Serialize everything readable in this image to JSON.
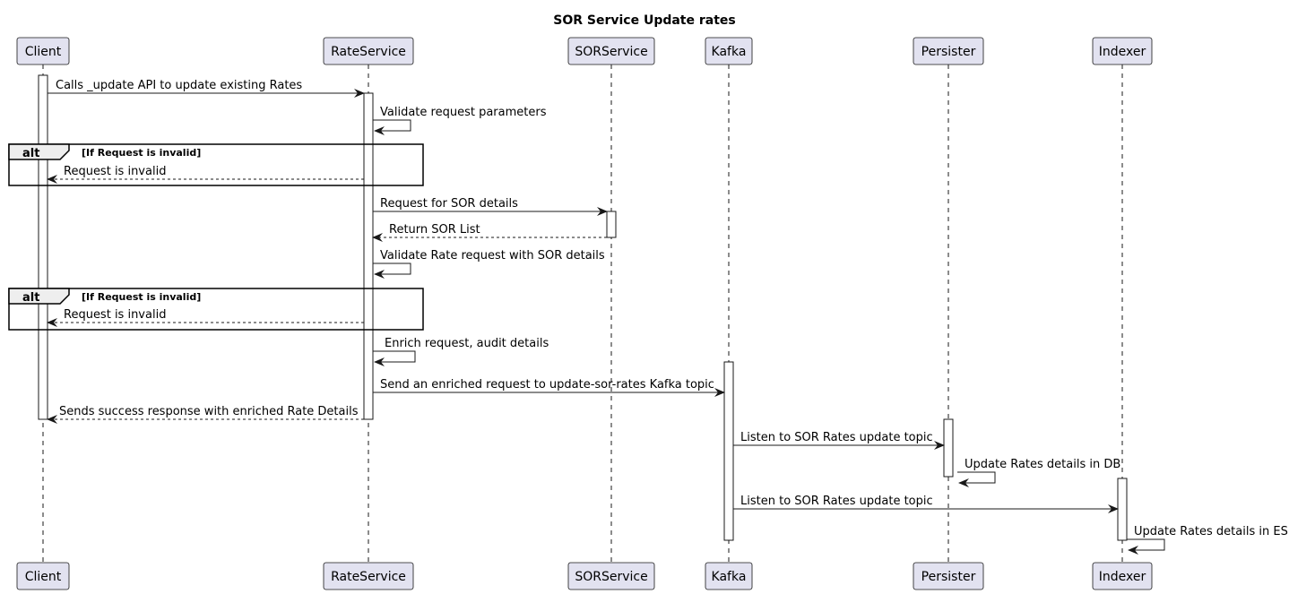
{
  "title": "SOR Service Update rates",
  "participants": [
    {
      "id": "client",
      "label": "Client"
    },
    {
      "id": "rateservice",
      "label": "RateService"
    },
    {
      "id": "sorservice",
      "label": "SORService"
    },
    {
      "id": "kafka",
      "label": "Kafka"
    },
    {
      "id": "persister",
      "label": "Persister"
    },
    {
      "id": "indexer",
      "label": "Indexer"
    }
  ],
  "messages": [
    {
      "from": "client",
      "to": "rateservice",
      "text": "Calls _update API to update existing Rates",
      "style": "solid"
    },
    {
      "from": "rateservice",
      "to": "rateservice",
      "text": "Validate request parameters",
      "style": "solid"
    },
    {
      "from": "rateservice",
      "to": "client",
      "text": "Request is invalid",
      "style": "dashed"
    },
    {
      "from": "rateservice",
      "to": "sorservice",
      "text": "Request for SOR details",
      "style": "solid"
    },
    {
      "from": "sorservice",
      "to": "rateservice",
      "text": "Return SOR List",
      "style": "dashed"
    },
    {
      "from": "rateservice",
      "to": "rateservice",
      "text": "Validate Rate request with SOR details",
      "style": "solid"
    },
    {
      "from": "rateservice",
      "to": "client",
      "text": "Request is invalid",
      "style": "dashed"
    },
    {
      "from": "rateservice",
      "to": "rateservice",
      "text": "Enrich request, audit details",
      "style": "solid"
    },
    {
      "from": "rateservice",
      "to": "kafka",
      "text": "Send an enriched request to update-sor-rates Kafka topic",
      "style": "solid"
    },
    {
      "from": "rateservice",
      "to": "client",
      "text": "Sends success response with enriched Rate Details",
      "style": "dashed"
    },
    {
      "from": "kafka",
      "to": "persister",
      "text": "Listen to SOR Rates update topic",
      "style": "solid"
    },
    {
      "from": "persister",
      "to": "persister",
      "text": "Update Rates details in DB",
      "style": "solid"
    },
    {
      "from": "kafka",
      "to": "indexer",
      "text": "Listen to SOR Rates update topic",
      "style": "solid"
    },
    {
      "from": "indexer",
      "to": "indexer",
      "text": "Update Rates details in ES",
      "style": "solid"
    }
  ],
  "fragments": [
    {
      "keyword": "alt",
      "condition": "[If Request is invalid]"
    },
    {
      "keyword": "alt",
      "condition": "[If Request is invalid]"
    }
  ],
  "colors": {
    "participant_fill": "#E2E2F0",
    "participant_border": "#181818",
    "lifeline": "#181818",
    "arrow": "#181818",
    "fragment_header": "#EEEEEE",
    "activation_fill": "#ffffff"
  }
}
